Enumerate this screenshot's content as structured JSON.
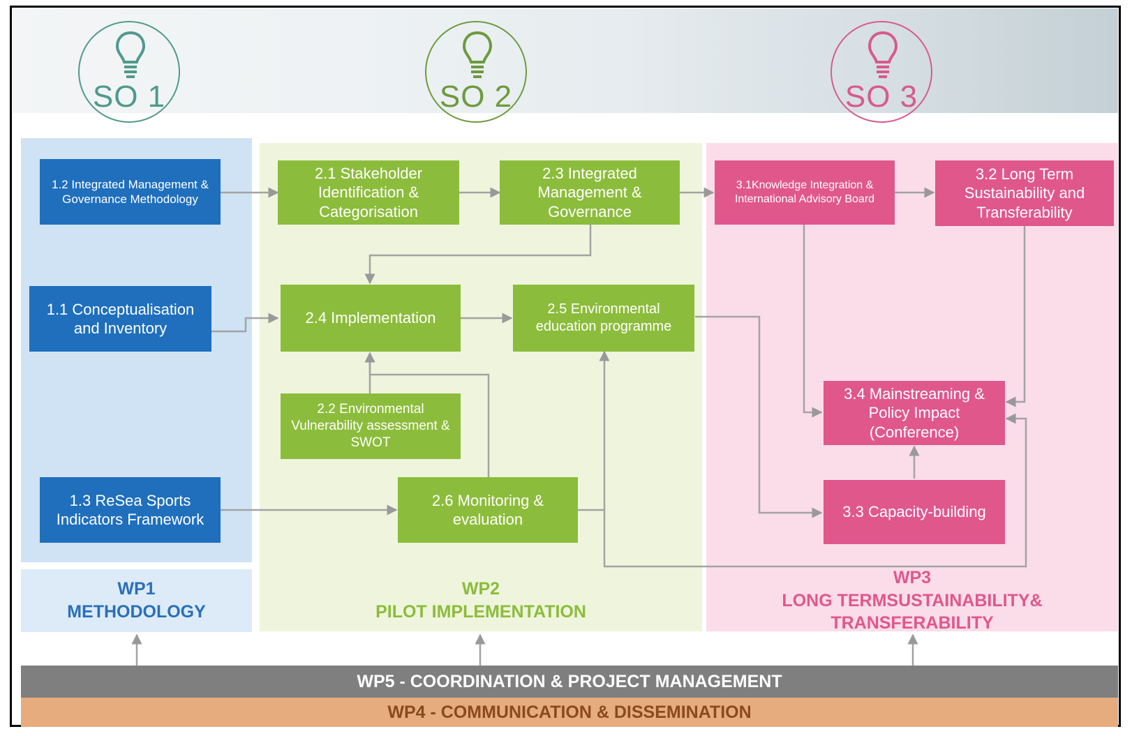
{
  "strategic_objectives": [
    {
      "label": "SO 1",
      "color": "#4f9a8c"
    },
    {
      "label": "SO 2",
      "color": "#6e9a3e"
    },
    {
      "label": "SO 3",
      "color": "#d85a8e"
    }
  ],
  "wp1": {
    "title_line1": "WP1",
    "title_line2": "METHODOLOGY",
    "boxes": {
      "b12": "1.2 Integrated Management & Governance Methodology",
      "b11": "1.1 Conceptualisation and Inventory",
      "b13": "1.3 ReSea Sports Indicators Framework"
    }
  },
  "wp2": {
    "title_line1": "WP2",
    "title_line2": "PILOT IMPLEMENTATION",
    "boxes": {
      "b21": "2.1 Stakeholder Identification & Categorisation",
      "b23": "2.3 Integrated Management & Governance",
      "b24": "2.4 Implementation",
      "b25": "2.5 Environmental education programme",
      "b22": "2.2 Environmental Vulnerability assessment & SWOT",
      "b26": "2.6 Monitoring & evaluation"
    }
  },
  "wp3": {
    "title_line1": "WP3",
    "title_line2": "LONG TERMSUSTAINABILITY&",
    "title_line3": "TRANSFERABILITY",
    "boxes": {
      "b31": "3.1Knowledge Integration & International Advisory Board",
      "b32": "3.2 Long Term Sustainability and Transferability",
      "b34": "3.4 Mainstreaming & Policy Impact (Conference)",
      "b33": "3.3 Capacity-building"
    }
  },
  "wp5": "WP5 - COORDINATION & PROJECT MANAGEMENT",
  "wp4": "WP4 - COMMUNICATION & DISSEMINATION"
}
